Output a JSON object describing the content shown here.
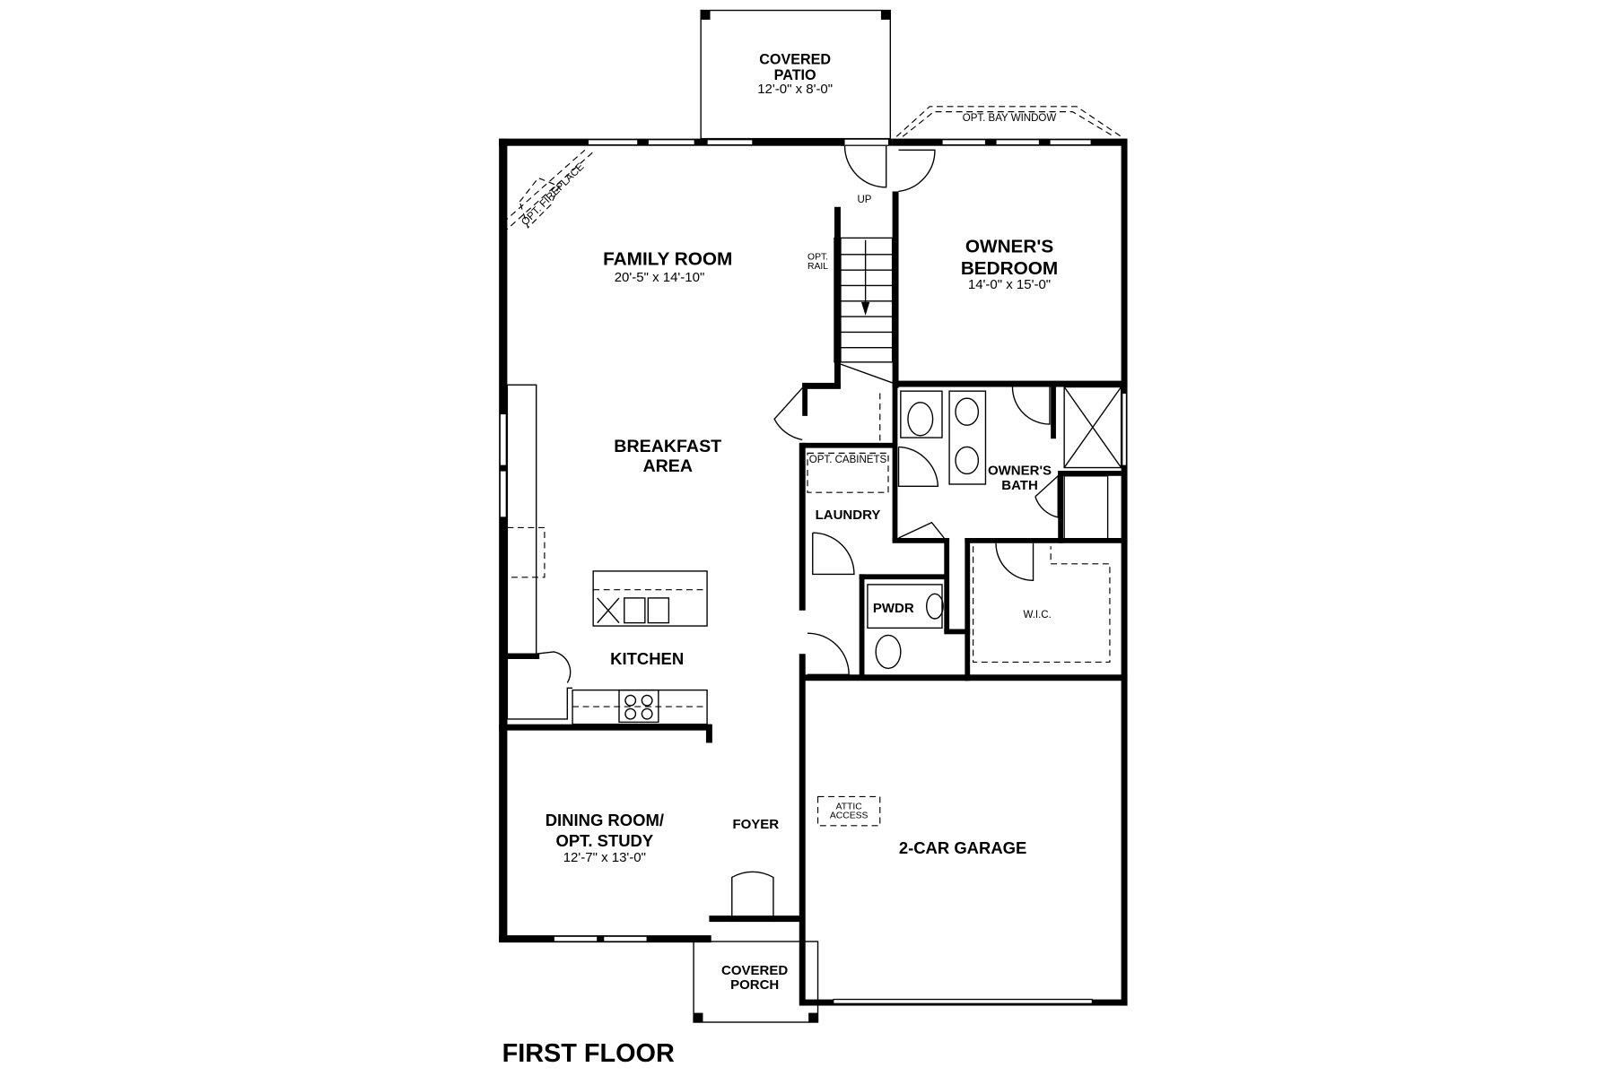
{
  "plan": {
    "title": "FIRST FLOOR",
    "rooms": {
      "covered_patio": {
        "name_line1": "COVERED",
        "name_line2": "PATIO",
        "size": "12'-0\" x 8'-0\""
      },
      "family_room": {
        "name": "FAMILY ROOM",
        "size": "20'-5\" x 14'-10\""
      },
      "owners_bedroom": {
        "name_line1": "OWNER'S",
        "name_line2": "BEDROOM",
        "size": "14'-0\" x 15'-0\""
      },
      "breakfast_area": {
        "name_line1": "BREAKFAST",
        "name_line2": "AREA"
      },
      "kitchen": {
        "name": "KITCHEN"
      },
      "laundry": {
        "name": "LAUNDRY"
      },
      "owners_bath": {
        "name_line1": "OWNER'S",
        "name_line2": "BATH"
      },
      "pwdr": {
        "name": "PWDR"
      },
      "wic": {
        "name": "W.I.C."
      },
      "dining_room": {
        "name_line1": "DINING ROOM/",
        "name_line2": "OPT. STUDY",
        "size": "12'-7\" x 13'-0\""
      },
      "foyer": {
        "name": "FOYER"
      },
      "garage": {
        "name": "2-CAR GARAGE"
      },
      "covered_porch": {
        "name_line1": "COVERED",
        "name_line2": "PORCH"
      }
    },
    "notes": {
      "bay_window": "OPT. BAY WINDOW",
      "fireplace": "OPT. FIREPLACE",
      "up": "UP",
      "rail_line1": "OPT.",
      "rail_line2": "RAIL",
      "cabinets": "OPT. CABINETS",
      "attic_line1": "ATTIC",
      "attic_line2": "ACCESS"
    }
  }
}
